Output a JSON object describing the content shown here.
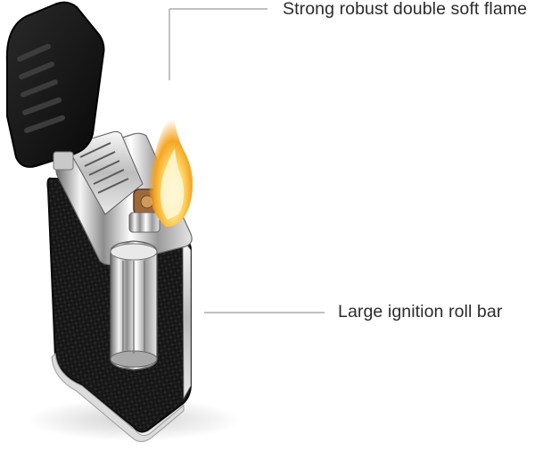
{
  "callouts": {
    "flame": {
      "label": "Strong robust double soft flame"
    },
    "roll_bar": {
      "label": "Large ignition roll bar"
    }
  },
  "colors": {
    "background": "#ffffff",
    "label_text": "#2b2b2b",
    "callout_line": "#9a9a9a",
    "lighter_body": "#151515",
    "chrome": "#c9c9c9",
    "flame": "#f7b731"
  },
  "image": {
    "subject": "lighter-with-open-lid-and-flame"
  }
}
